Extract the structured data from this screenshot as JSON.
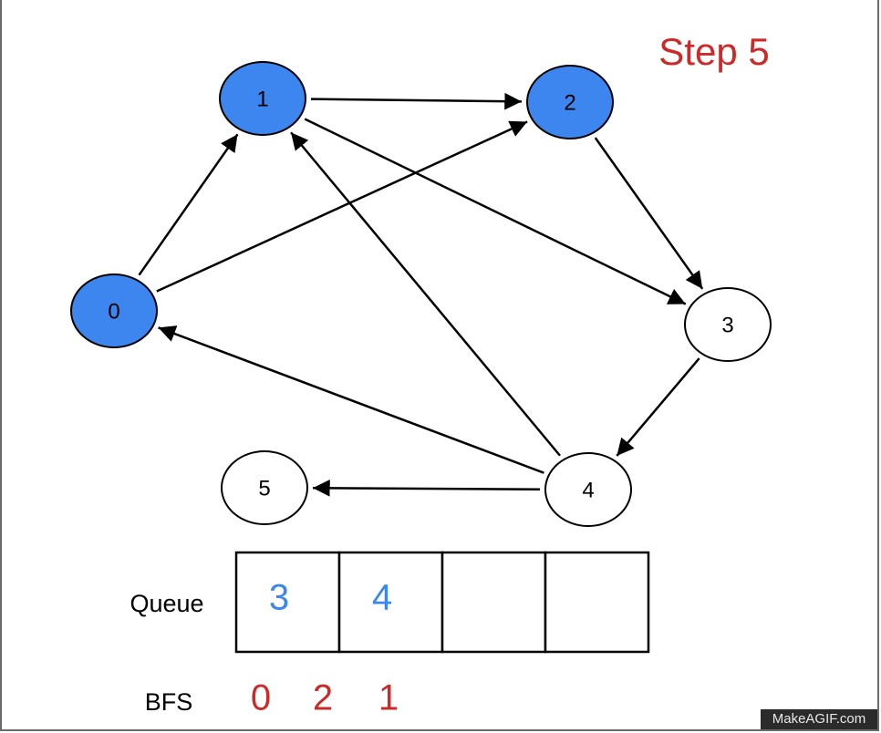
{
  "step_title": "Step 5",
  "colors": {
    "visited_fill": "#3d86ef",
    "unvisited_fill": "#ffffff",
    "stroke": "#000000",
    "title": "#cc2929",
    "queue_value": "#3d86ef",
    "bfs_value": "#cc2929"
  },
  "graph": {
    "nodes": [
      {
        "id": "0",
        "label": "0",
        "visited": true
      },
      {
        "id": "1",
        "label": "1",
        "visited": true
      },
      {
        "id": "2",
        "label": "2",
        "visited": true
      },
      {
        "id": "3",
        "label": "3",
        "visited": false
      },
      {
        "id": "4",
        "label": "4",
        "visited": false
      },
      {
        "id": "5",
        "label": "5",
        "visited": false
      }
    ],
    "edges": [
      {
        "from": "0",
        "to": "1"
      },
      {
        "from": "0",
        "to": "2"
      },
      {
        "from": "1",
        "to": "2"
      },
      {
        "from": "1",
        "to": "3"
      },
      {
        "from": "2",
        "to": "3"
      },
      {
        "from": "3",
        "to": "4"
      },
      {
        "from": "4",
        "to": "0"
      },
      {
        "from": "4",
        "to": "1"
      },
      {
        "from": "4",
        "to": "5"
      }
    ]
  },
  "queue": {
    "label": "Queue",
    "cells": [
      "3",
      "4",
      "",
      ""
    ]
  },
  "bfs": {
    "label": "BFS",
    "order": [
      "0",
      "2",
      "1"
    ]
  },
  "watermark": "MakeAGIF.com"
}
